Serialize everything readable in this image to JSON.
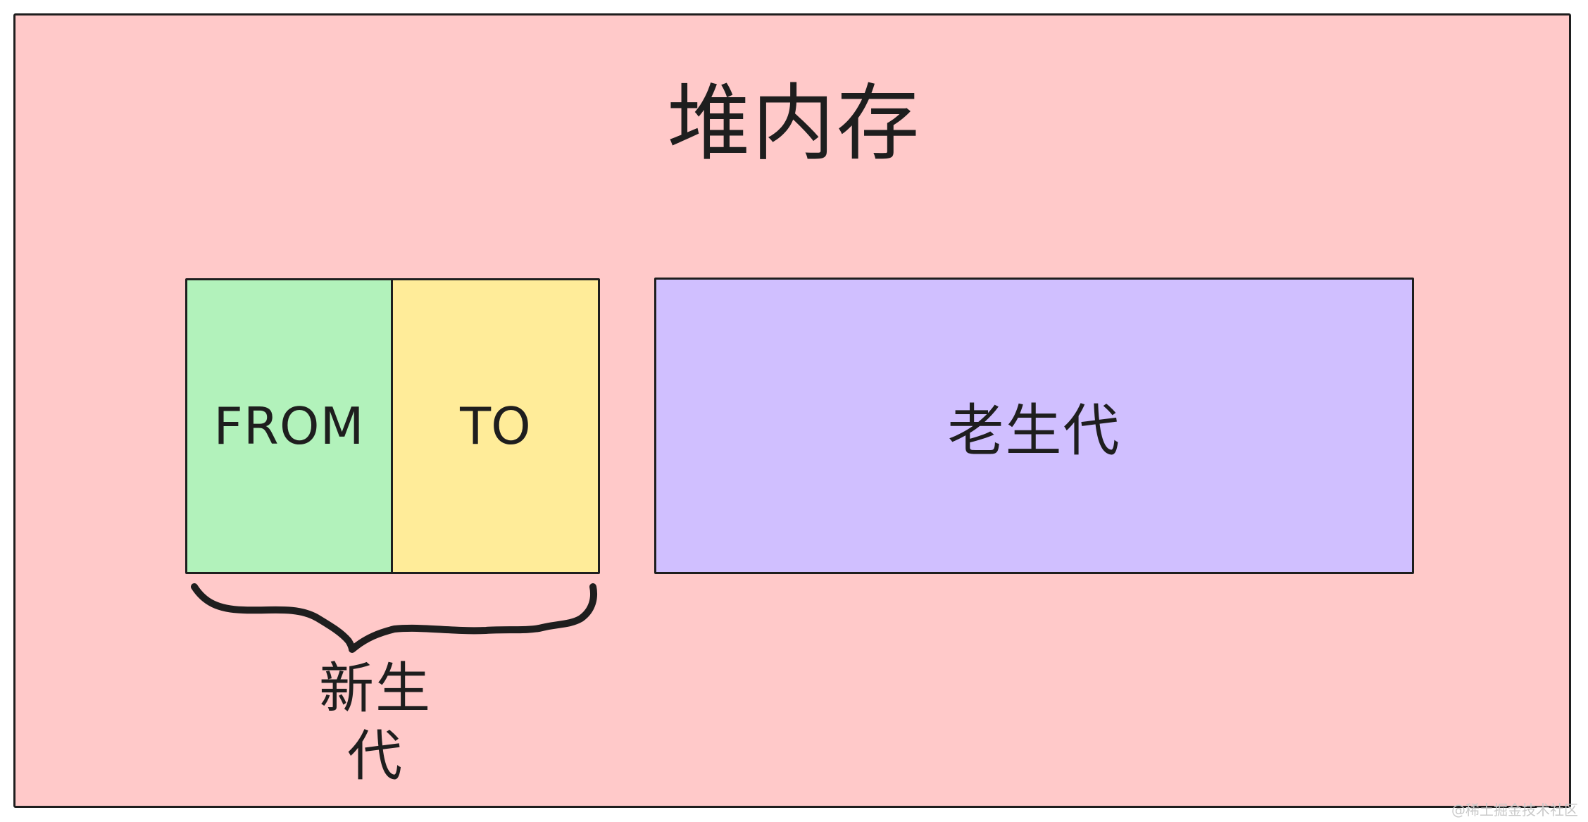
{
  "heap": {
    "title": "堆内存",
    "fill_color": "#ffc9c9"
  },
  "young_generation": {
    "label": "新生代",
    "from": {
      "label": "FROM",
      "fill_color": "#b2f2bb"
    },
    "to": {
      "label": "TO",
      "fill_color": "#ffec99"
    }
  },
  "old_generation": {
    "label": "老生代",
    "fill_color": "#d0bfff"
  },
  "stroke_color": "#1e1e1e",
  "watermark": "@稀土掘金技术社区"
}
